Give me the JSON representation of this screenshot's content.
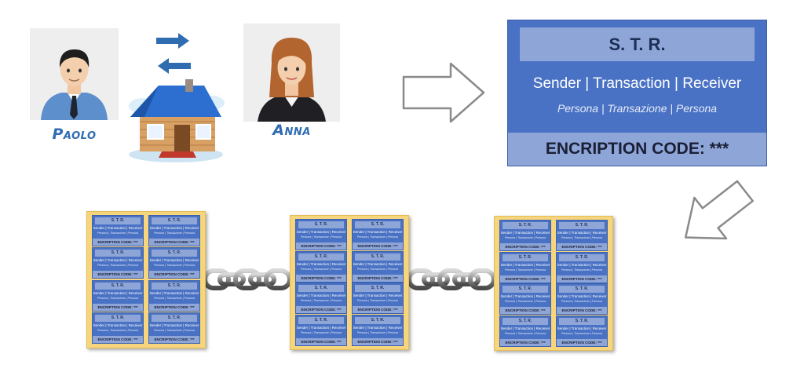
{
  "people": {
    "sender": {
      "name": "Paolo"
    },
    "receiver": {
      "name": "Anna"
    }
  },
  "str_card": {
    "title": "S. T. R.",
    "fields": "Sender | Transaction | Receiver",
    "fields_it": "Persona | Transazione | Persona",
    "code": "ENCRIPTION CODE: ***"
  },
  "mini_card": {
    "title": "S. T. R.",
    "fields": "Sender | Transaction | Receiver",
    "fields_it": "Persona | Transazione | Persona",
    "code": "ENCRIPTION CODE: ***"
  },
  "blockchain": {
    "block_count": 3,
    "cards_per_block": 8
  },
  "colors": {
    "card_blue": "#4a72c4",
    "card_band": "#8ea5d8",
    "block_yellow": "#f6d57c",
    "name_blue": "#2f6cb0"
  },
  "icons": [
    "man-avatar-icon",
    "woman-avatar-icon",
    "house-icon",
    "transfer-arrows-icon",
    "outline-arrow-icon",
    "chain-icon"
  ]
}
